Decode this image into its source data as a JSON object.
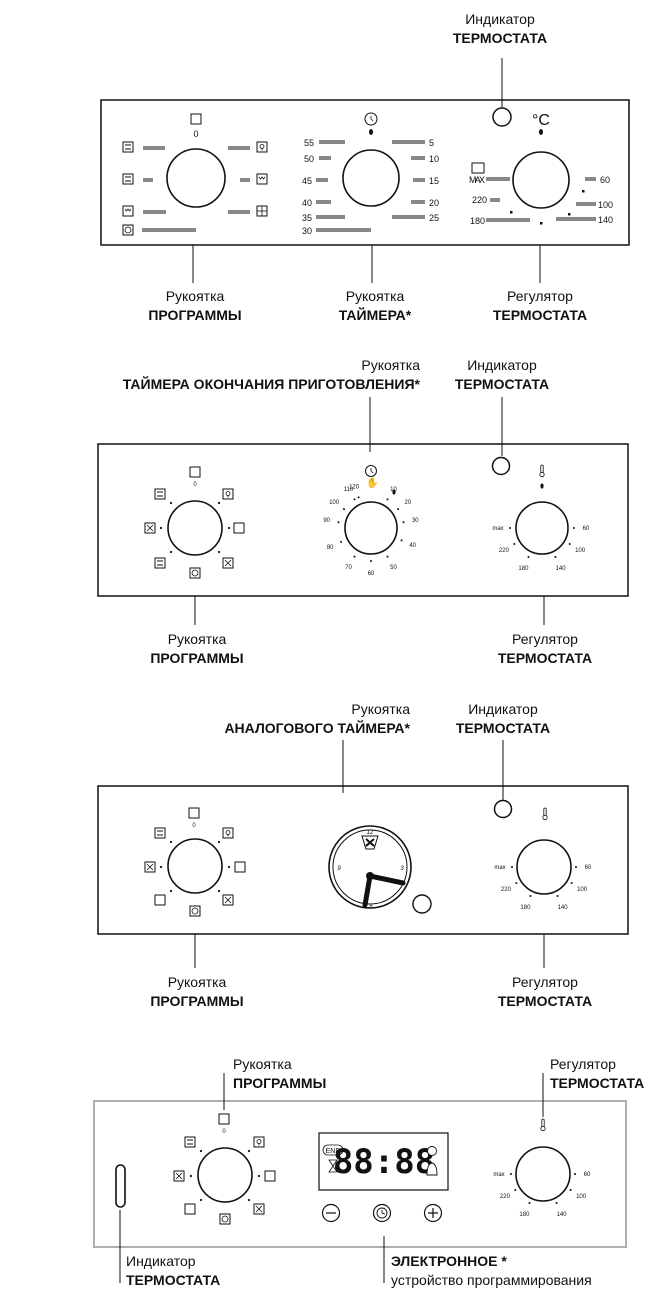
{
  "panel1": {
    "thermostat_indicator": {
      "line1": "Индикатор",
      "line2": "ТЕРМОСТАТА"
    },
    "program_knob": {
      "line1": "Рукоятка",
      "line2": "ПРОГРАММЫ",
      "zero": "0"
    },
    "timer_knob": {
      "line1": "Рукоятка",
      "line2": "ТАЙМЕРА*"
    },
    "thermostat_knob": {
      "line1": "Регулятор",
      "line2": "ТЕРМОСТАТА"
    },
    "timer_labels_left": [
      "55",
      "50",
      "45",
      "40",
      "35",
      "30"
    ],
    "timer_labels_right": [
      "5",
      "10",
      "15",
      "20",
      "25"
    ],
    "temp_labels_left": [
      "MAX",
      "220",
      "180"
    ],
    "temp_labels_right": [
      "60",
      "100",
      "140"
    ]
  },
  "panel2": {
    "end_timer": {
      "line1": "Рукоятка",
      "line2": "ТАЙМЕРА ОКОНЧАНИЯ ПРИГОТОВЛЕНИЯ*"
    },
    "thermostat_indicator": {
      "line1": "Индикатор",
      "line2": "ТЕРМОСТАТА"
    },
    "program_knob": {
      "line1": "Рукоятка",
      "line2": "ПРОГРАММЫ",
      "zero": "0"
    },
    "thermostat_knob": {
      "line1": "Регулятор",
      "line2": "ТЕРМОСТАТА"
    },
    "timer_scale": [
      "120",
      "10",
      "20",
      "30",
      "40",
      "50",
      "60",
      "70",
      "80",
      "90",
      "100",
      "110"
    ],
    "temp_scale": [
      "max",
      "60",
      "100",
      "140",
      "180",
      "220"
    ]
  },
  "panel3": {
    "analog_timer": {
      "line1": "Рукоятка",
      "line2": "АНАЛОГОВОГО ТАЙМЕРА*"
    },
    "thermostat_indicator": {
      "line1": "Индикатор",
      "line2": "ТЕРМОСТАТА"
    },
    "program_knob": {
      "line1": "Рукоятка",
      "line2": "ПРОГРАММЫ",
      "zero": "0"
    },
    "thermostat_knob": {
      "line1": "Регулятор",
      "line2": "ТЕРМОСТАТА"
    },
    "clock_numbers": [
      "12",
      "3",
      "6",
      "9"
    ],
    "temp_scale": [
      "max",
      "60",
      "100",
      "140",
      "180",
      "220"
    ]
  },
  "panel4": {
    "program_knob": {
      "line1": "Рукоятка",
      "line2": "ПРОГРАММЫ",
      "zero": "0"
    },
    "thermostat_knob": {
      "line1": "Регулятор",
      "line2": "ТЕРМОСТАТА"
    },
    "thermostat_indicator": {
      "line1": "Индикатор",
      "line2": "ТЕРМОСТАТА"
    },
    "electronic": {
      "line1": "ЭЛЕКТРОННОЕ *",
      "line2": "устройство программирования"
    },
    "display_digits": "88:88",
    "display_end": "END",
    "temp_scale": [
      "max",
      "60",
      "100",
      "140",
      "180",
      "220"
    ]
  },
  "colors": {
    "line": "#111111",
    "panel4_border": "#b0b0b0"
  },
  "icons": [
    "oven-icon",
    "lamp-icon",
    "grill-icon",
    "fan-icon",
    "clock-icon",
    "thermometer-icon",
    "bell-icon",
    "hourglass-icon",
    "minus-icon",
    "plus-icon"
  ]
}
